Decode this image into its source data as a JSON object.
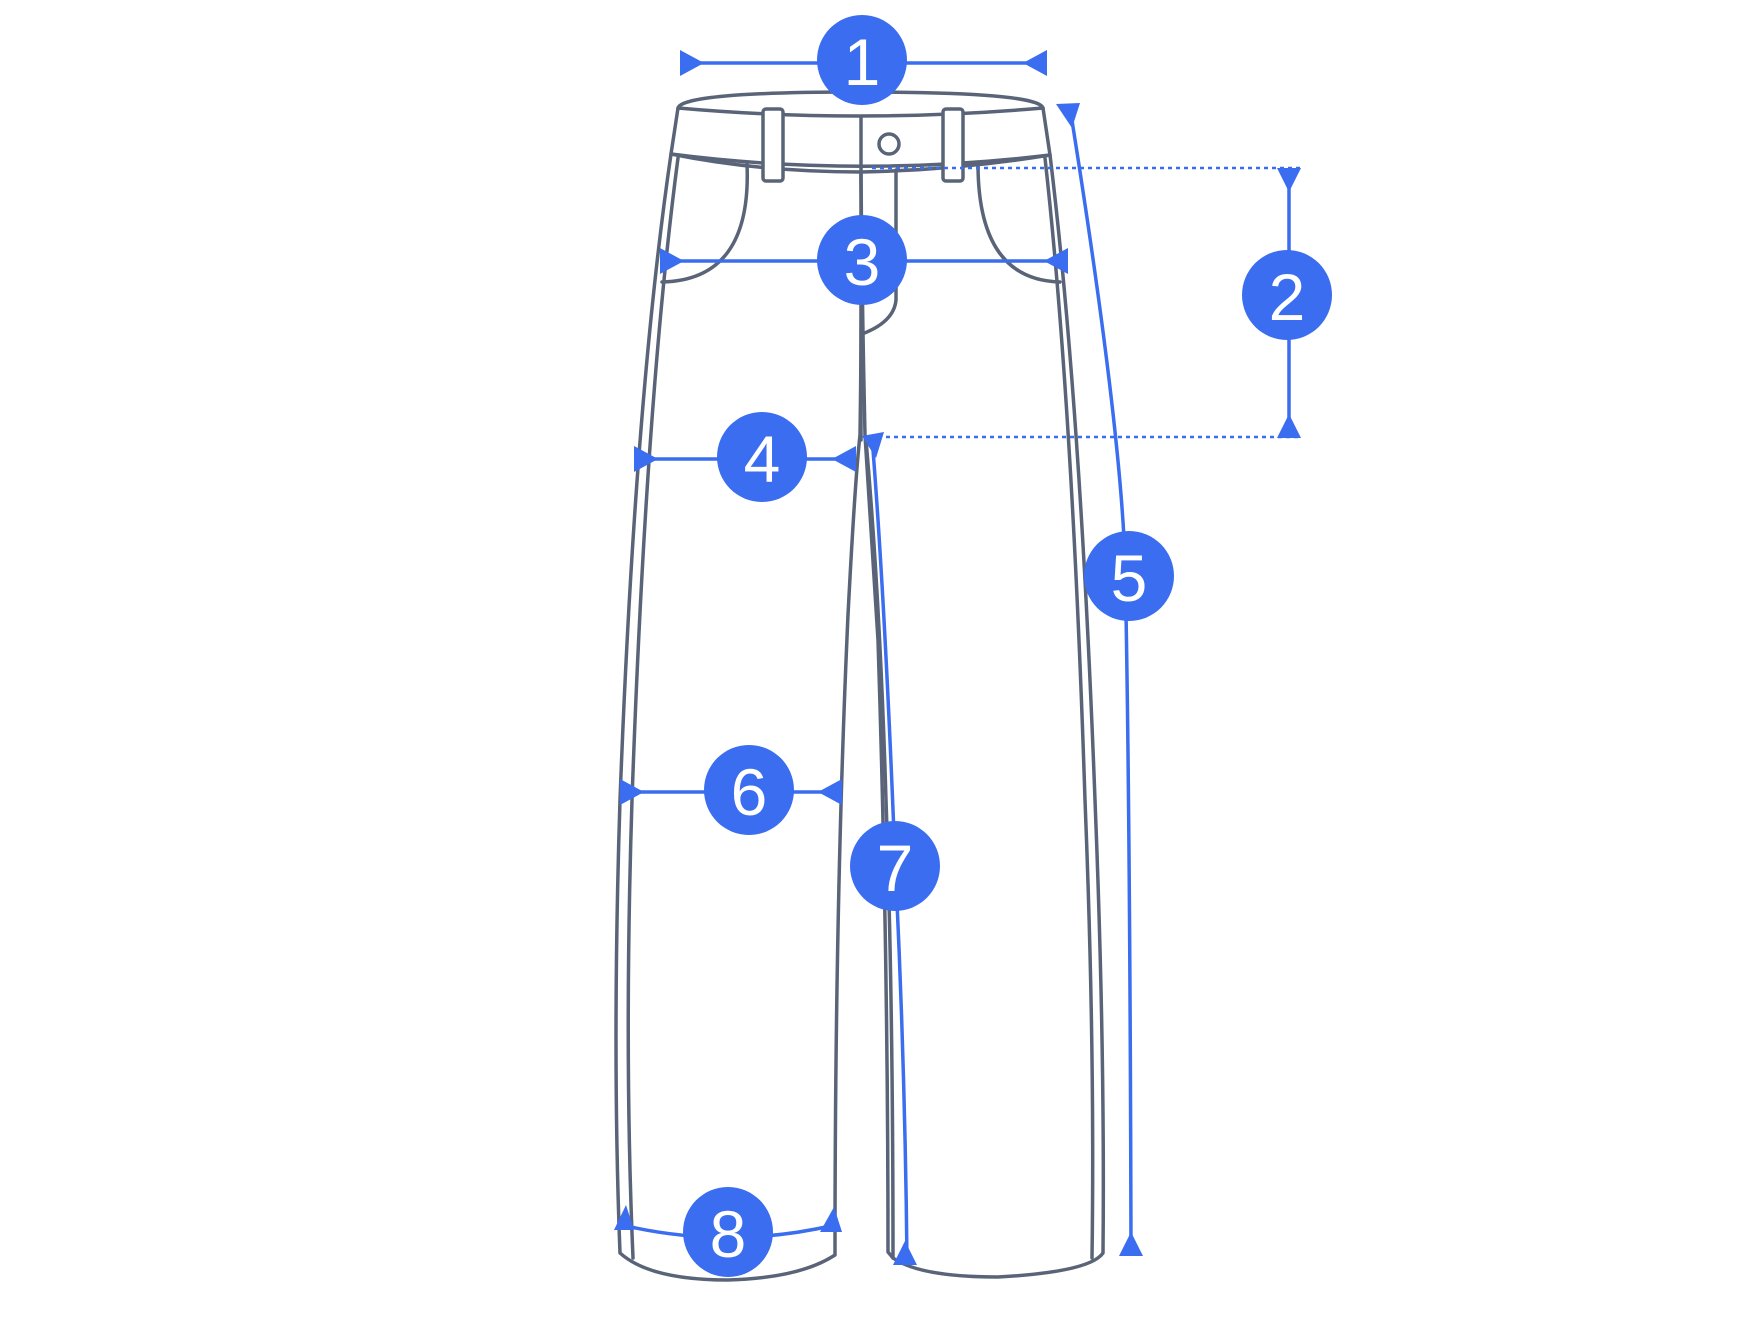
{
  "colors": {
    "accent": "#3a6df0",
    "outline": "#5a6478",
    "background": "#ffffff"
  },
  "subject": "pants-icon",
  "measurements": [
    {
      "id": "m1",
      "label": "1"
    },
    {
      "id": "m2",
      "label": "2"
    },
    {
      "id": "m3",
      "label": "3"
    },
    {
      "id": "m4",
      "label": "4"
    },
    {
      "id": "m5",
      "label": "5"
    },
    {
      "id": "m6",
      "label": "6"
    },
    {
      "id": "m7",
      "label": "7"
    },
    {
      "id": "m8",
      "label": "8"
    }
  ]
}
